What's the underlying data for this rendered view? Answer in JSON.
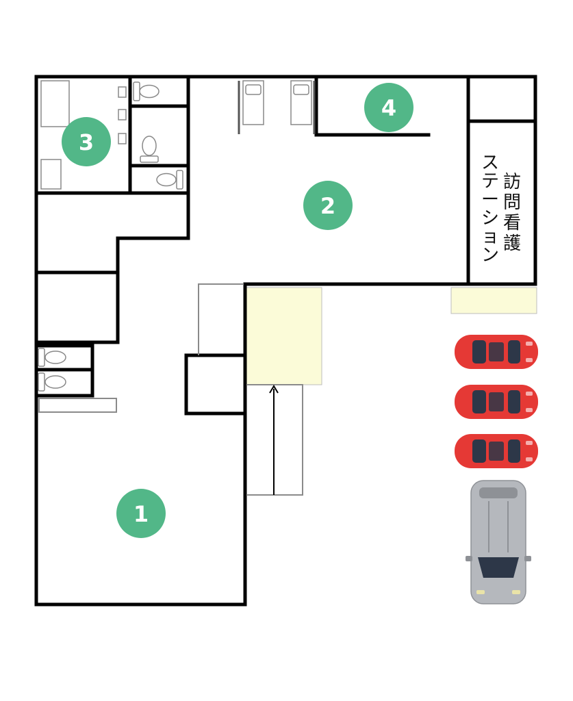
{
  "colors": {
    "marker": "#52b788",
    "marker_text": "#ffffff",
    "highlight_zone": "#fbfbd8",
    "car_red": "#e53935",
    "car_window": "#2d3748",
    "van_silver": "#b5b8bd"
  },
  "rooms": [
    {
      "label": "1"
    },
    {
      "label": "2"
    },
    {
      "label": "3"
    },
    {
      "label": "4"
    }
  ],
  "station": {
    "col1": "訪問看護",
    "col2": "ステーション"
  },
  "icons": {
    "toilet": "toilet-icon",
    "bed": "bed-icon",
    "car": "car-icon",
    "van": "van-icon",
    "arrow": "arrow-up-icon"
  }
}
